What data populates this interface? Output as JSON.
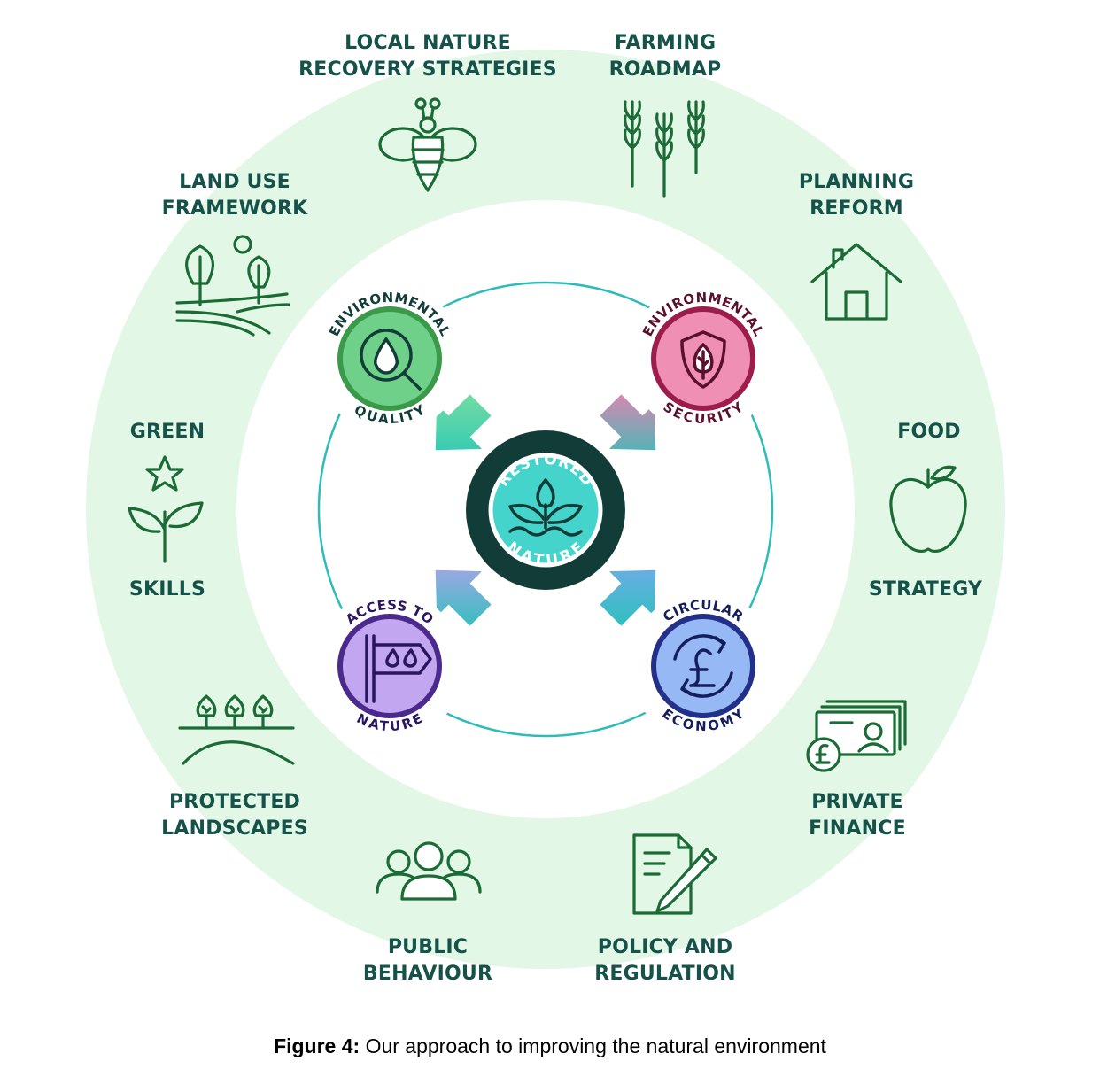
{
  "outer_ring": [
    {
      "id": "lnrs",
      "line1": "LOCAL NATURE",
      "line2": "RECOVERY STRATEGIES",
      "icon": "bee-icon"
    },
    {
      "id": "farming",
      "line1": "FARMING",
      "line2": "ROADMAP",
      "icon": "wheat-icon"
    },
    {
      "id": "planning",
      "line1": "PLANNING",
      "line2": "REFORM",
      "icon": "house-icon"
    },
    {
      "id": "food",
      "line1": "FOOD",
      "line2": "STRATEGY",
      "icon": "apple-icon"
    },
    {
      "id": "finance",
      "line1": "PRIVATE",
      "line2": "FINANCE",
      "icon": "banknote-icon"
    },
    {
      "id": "policy",
      "line1": "POLICY AND",
      "line2": "REGULATION",
      "icon": "document-pen-icon"
    },
    {
      "id": "public",
      "line1": "PUBLIC",
      "line2": "BEHAVIOUR",
      "icon": "people-icon"
    },
    {
      "id": "landscapes",
      "line1": "PROTECTED",
      "line2": "LANDSCAPES",
      "icon": "hills-trees-icon"
    },
    {
      "id": "skills",
      "line1": "GREEN",
      "line2": "SKILLS",
      "icon": "sprout-star-icon"
    },
    {
      "id": "landuse",
      "line1": "LAND USE",
      "line2": "FRAMEWORK",
      "icon": "trees-fields-icon"
    }
  ],
  "inner_badges": [
    {
      "id": "env_quality",
      "top": "ENVIRONMENTAL",
      "bottom": "QUALITY",
      "color": "#3a9a4a",
      "fill": "#6fd08a",
      "icon": "water-drop-magnifier-icon"
    },
    {
      "id": "env_security",
      "top": "ENVIRONMENTAL",
      "bottom": "SECURITY",
      "color": "#9c1c4c",
      "fill": "#ef8fb4",
      "icon": "shield-leaf-icon"
    },
    {
      "id": "access_nature",
      "top": "ACCESS TO",
      "bottom": "NATURE",
      "color": "#4a2a8c",
      "fill": "#c3a6f0",
      "icon": "signpost-icon"
    },
    {
      "id": "circular_economy",
      "top": "CIRCULAR",
      "bottom": "ECONOMY",
      "color": "#22308a",
      "fill": "#96b8f4",
      "icon": "pound-cycle-icon"
    }
  ],
  "center": {
    "top": "RESTORED",
    "bottom": "NATURE",
    "icon": "seedling-icon"
  },
  "caption": {
    "bold": "Figure 4:",
    "text": " Our approach to improving the natural environment"
  },
  "colors": {
    "ring": "#e3f7e6",
    "label": "#14524a",
    "icon": "#1a6b35",
    "teal": "#2fbcb8",
    "dark": "#123c37"
  }
}
